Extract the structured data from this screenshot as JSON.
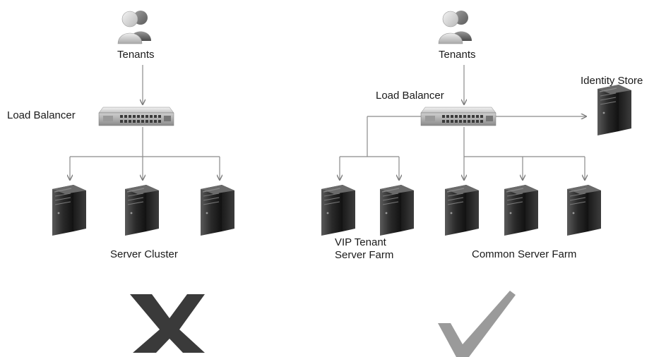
{
  "left_architecture": {
    "tenants_label": "Tenants",
    "load_balancer_label": "Load Balancer",
    "cluster_label": "Server Cluster",
    "verdict_icon": "x-cross-icon",
    "verdict_color": "#3a3a3a"
  },
  "right_architecture": {
    "tenants_label": "Tenants",
    "load_balancer_label": "Load Balancer",
    "identity_store_label": "Identity Store",
    "vip_farm_label_line1": "VIP Tenant",
    "vip_farm_label_line2": "Server Farm",
    "common_farm_label": "Common Server Farm",
    "verdict_icon": "checkmark-icon",
    "verdict_color": "#9a9a9a"
  }
}
